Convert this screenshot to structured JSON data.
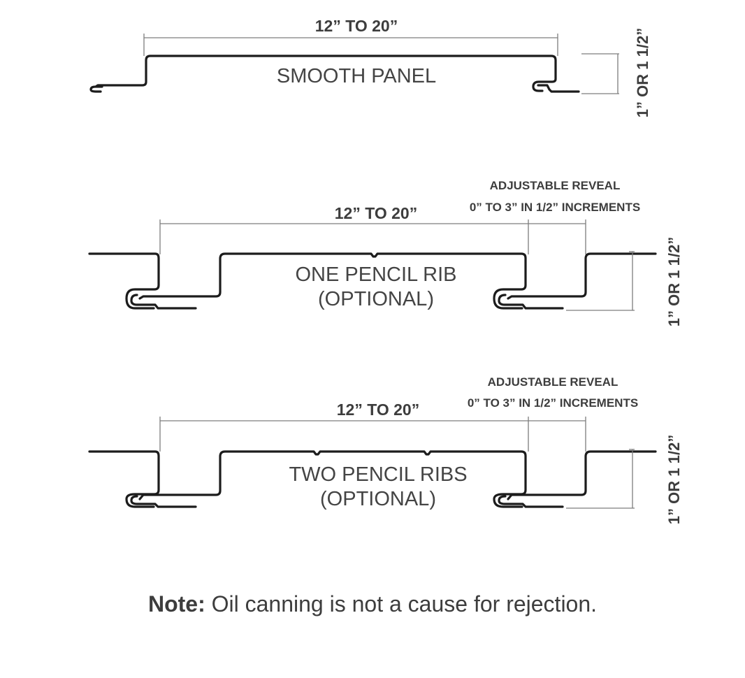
{
  "panels": [
    {
      "width_label": "12” TO 20”",
      "name_lines": [
        "SMOOTH PANEL"
      ],
      "depth_label": "1” OR 1 1/2”"
    },
    {
      "width_label": "12” TO 20”",
      "name_lines": [
        "ONE PENCIL RIB",
        "(OPTIONAL)"
      ],
      "reveal_lines": [
        "ADJUSTABLE REVEAL",
        "0” TO 3” IN 1/2” INCREMENTS"
      ],
      "depth_label": "1” OR 1 1/2”"
    },
    {
      "width_label": "12” TO 20”",
      "name_lines": [
        "TWO PENCIL RIBS",
        "(OPTIONAL)"
      ],
      "reveal_lines": [
        "ADJUSTABLE REVEAL",
        "0” TO 3” IN 1/2” INCREMENTS"
      ],
      "depth_label": "1” OR 1 1/2”"
    }
  ],
  "note": {
    "label": "Note:",
    "text": " Oil canning is not a cause for rejection."
  }
}
